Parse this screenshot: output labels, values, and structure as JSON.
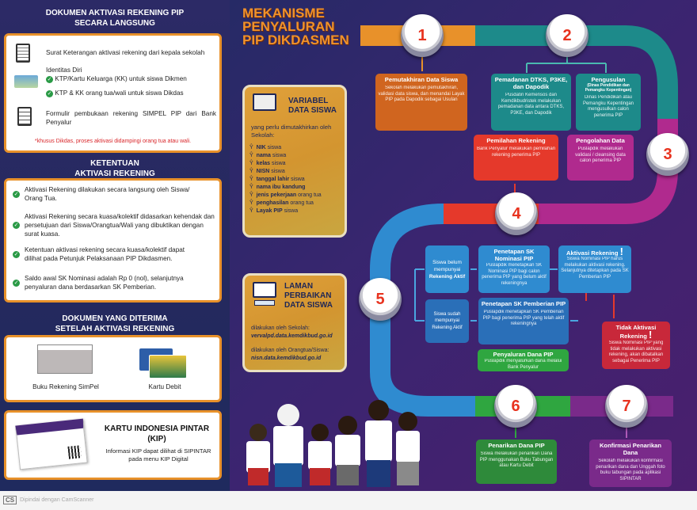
{
  "left": {
    "doc_title": [
      "DOKUMEN AKTIVASI REKENING PIP",
      "SECARA LANGSUNG"
    ],
    "doc_items": {
      "surat": "Surat Keterangan aktivasi rekening dari kepala sekolah",
      "identitas_label": "Identitas Diri",
      "identitas": [
        "KTP/Kartu Keluarga (KK) untuk siswa Dikmen",
        "KTP & KK orang tua/wali untuk siswa Dikdas"
      ],
      "formulir": "Formulir pembukaan rekening SIMPEL PIP dari Bank Penyalur",
      "note": "*khusus Dikdas, proses aktivasi didampingi orang tua atau wali."
    },
    "ketentuan_title": [
      "KETENTUAN",
      "AKTIVASI REKENING"
    ],
    "ketentuan": [
      "Aktivasi Rekening dilakukan secara langsung oleh Siswa/ Orang Tua.",
      "Aktivasi Rekening secara kuasa/kolektif didasarkan kehendak dan persetujuan dari Siswa/Orangtua/Wali yang dibuktikan dengan surat kuasa.",
      "Ketentuan aktivasi rekening secara kuasa/kolektif dapat dilihat pada Petunjuk Pelaksanaan PIP Dikdasmen.",
      "Saldo awal SK Nominasi adalah Rp 0 (nol), selanjutnya penyaluran dana berdasarkan SK Pemberian."
    ],
    "diterima_title": [
      "DOKUMEN YANG DITERIMA",
      "SETELAH AKTIVASI REKENING"
    ],
    "diterima": [
      "Buku Rekening SimPel",
      "Kartu Debit"
    ],
    "kip": {
      "title": "KARTU INDONESIA PINTAR",
      "sub": "(KIP)",
      "desc": "Informasi KIP dapat dilihat di SIPINTAR pada menu KIP Digital"
    }
  },
  "footer": {
    "badge": "CS",
    "text": "Dipindai dengan CamScanner"
  },
  "title": [
    "MEKANISME",
    "PENYALURAN",
    "PIP DIKDASMEN"
  ],
  "variabel": {
    "title": [
      "VARIABEL",
      "DATA SISWA"
    ],
    "sub": "yang perlu dimutakhirkan oleh Sekolah:",
    "items": [
      [
        "NIK",
        "siswa"
      ],
      [
        "nama",
        "siswa"
      ],
      [
        "kelas",
        "siswa"
      ],
      [
        "NISN",
        "siswa"
      ],
      [
        "tanggal lahir",
        "siswa"
      ],
      [
        "nama ibu kandung",
        ""
      ],
      [
        "jenis pekerjaan",
        "orang tua"
      ],
      [
        "penghasilan",
        "orang tua"
      ],
      [
        "Layak PIP",
        "siswa"
      ]
    ]
  },
  "laman": {
    "title": [
      "LAMAN",
      "PERBAIKAN",
      "DATA SISWA"
    ],
    "sekolah_label": "dilakukan oleh Sekolah:",
    "sekolah_url": "vervalpd.data.kemdikbud.go.id",
    "ortu_label": "dilakukan oleh Orangtua/Siswa:",
    "ortu_url": "nisn.data.kemdikbud.go.id"
  },
  "steps": [
    "1",
    "2",
    "3",
    "4",
    "5",
    "6",
    "7"
  ],
  "boxes": {
    "pemutakhiran": {
      "title": "Pemutakhiran Data Siswa",
      "desc": "Sekolah melakukan pemutakhiran, validasi data siswa, dan menandai Layak PIP pada Dapodik sebagai Usulan"
    },
    "pemadanan": {
      "title": "Pemadanan DTKS, P3KE, dan Dapodik",
      "desc": "Pusdatin Kemensos dan Kemdikbudristek melakukan pemadanan data antara DTKS, P3KE, dan Dapodik"
    },
    "pengusulan": {
      "title": "Pengusulan",
      "subtitle": "(Dinas Pendidikan dan Pemangku Kepentingan)",
      "desc": "Dinas Pendidikan atau Pemangku Kepentingan mengusulkan calon penerima PIP"
    },
    "pemilahan": {
      "title": "Pemilahan Rekening",
      "desc": "Bank Penyalur melakukan pemilahan rekening penerima PIP"
    },
    "pengolahan": {
      "title": "Pengolahan Data",
      "desc": "Puslapdik melakukan validasi / cleansing data calon penerima PIP"
    },
    "belum": {
      "pre": "Siswa belum mempunyai",
      "bold": "Rekening Aktif"
    },
    "nominasi": {
      "title": "Penetapan SK Nominasi PIP",
      "desc": "Puslapdik menetapkan SK Nominasi PIP bagi calon penerima PIP yang belum aktif rekeningnya"
    },
    "aktivasi": {
      "title": "Aktivasi Rekening",
      "mark": "!",
      "desc": "Siswa Nominasi PIP harus melakukan aktivasi rekening. Selanjutnya ditetapkan pada SK Pemberian PIP"
    },
    "sudah": {
      "text": "Siswa sudah mempunyai Rekening Aktif"
    },
    "pemberian": {
      "title": "Penetapan SK Pemberian PIP",
      "desc": "Puslapdik menetapkan SK Pemberian PIP bagi penerima PIP yang telah aktif rekeningnya"
    },
    "penyaluran": {
      "title": "Penyaluran Dana PIP",
      "desc": "Puslapdik menyalurkan dana melalui Bank Penyalur"
    },
    "tidak": {
      "title": "Tidak Aktivasi Rekening",
      "mark": "!",
      "desc": "Siswa Nominasi PIP yang tidak melakukan aktivasi rekening, akan dibatalkan sebagai Penerima PIP"
    },
    "penarikan": {
      "title": "Penarikan Dana PIP",
      "desc": "Siswa melakukan penarikan Dana PIP menggunakan Buku Tabungan atau Kartu Debit"
    },
    "konfirmasi": {
      "title": "Konfirmasi Penarikan Dana",
      "desc": "Sekolah melakukan konfirmasi penarikan dana dan Unggah foto buku tabungan pada aplikasi SIPINTAR"
    }
  },
  "colors": {
    "orange": "#e8912a",
    "teal": "#1d8a8a",
    "red": "#e5392b",
    "magenta": "#b02a8e",
    "blue": "#2f8bd0",
    "green": "#2fa640",
    "purple": "#7a2a8a"
  }
}
